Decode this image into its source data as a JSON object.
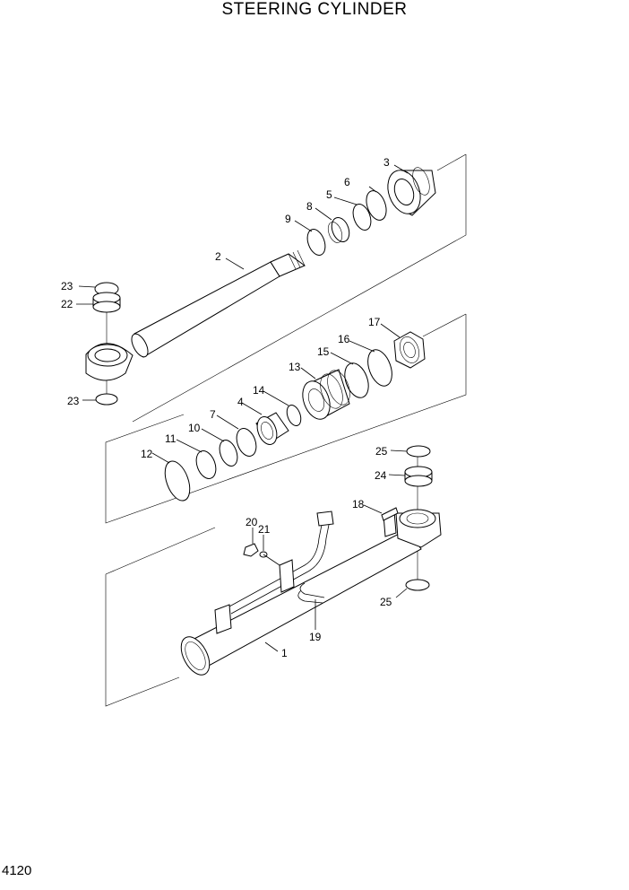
{
  "title": "STEERING CYLINDER",
  "page_number": "4120",
  "callouts": [
    {
      "id": "c1",
      "text": "1"
    },
    {
      "id": "c2",
      "text": "2"
    },
    {
      "id": "c3",
      "text": "3"
    },
    {
      "id": "c4",
      "text": "4"
    },
    {
      "id": "c5",
      "text": "5"
    },
    {
      "id": "c6",
      "text": "6"
    },
    {
      "id": "c7",
      "text": "7"
    },
    {
      "id": "c8",
      "text": "8"
    },
    {
      "id": "c9",
      "text": "9"
    },
    {
      "id": "c10",
      "text": "10"
    },
    {
      "id": "c11",
      "text": "11"
    },
    {
      "id": "c12",
      "text": "12"
    },
    {
      "id": "c13",
      "text": "13"
    },
    {
      "id": "c14",
      "text": "14"
    },
    {
      "id": "c15",
      "text": "15"
    },
    {
      "id": "c16",
      "text": "16"
    },
    {
      "id": "c17",
      "text": "17"
    },
    {
      "id": "c18",
      "text": "18"
    },
    {
      "id": "c19",
      "text": "19"
    },
    {
      "id": "c20",
      "text": "20"
    },
    {
      "id": "c21",
      "text": "21"
    },
    {
      "id": "c22",
      "text": "22"
    },
    {
      "id": "c23a",
      "text": "23"
    },
    {
      "id": "c23b",
      "text": "23"
    },
    {
      "id": "c24",
      "text": "24"
    },
    {
      "id": "c25a",
      "text": "25"
    },
    {
      "id": "c25b",
      "text": "25"
    }
  ]
}
